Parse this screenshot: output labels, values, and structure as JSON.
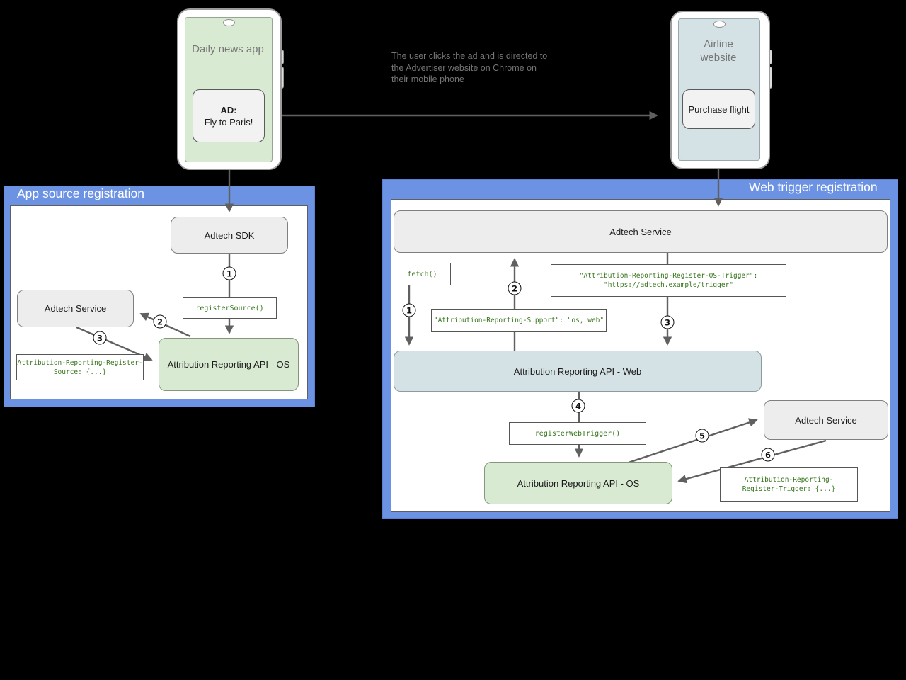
{
  "diagram": {
    "background": "#000000",
    "panel_blue": "#6c93e3",
    "os_green": "#d9ead3",
    "web_blue": "#d4e1e5",
    "service_gray": "#ededed",
    "code_green": "#38761d",
    "arrow_gray": "#606060"
  },
  "news_phone": {
    "app_title": "Daily news app",
    "ad_heading": "AD:",
    "ad_text": "Fly to Paris!"
  },
  "airline_phone": {
    "site_title": "Airline website",
    "button_label": "Purchase flight"
  },
  "caption": {
    "line1": "The user clicks the ad and is directed to",
    "line2": "the Advertiser website on Chrome on",
    "line3": "their mobile phone"
  },
  "app_source_panel": {
    "title": "App source registration",
    "adtech_sdk_label": "Adtech SDK",
    "adtech_service_label": "Adtech Service",
    "register_source_code": "registerSource()",
    "api_os_label": "Attribution Reporting API - OS",
    "header_code_line1": "Attribution-Reporting-Register-",
    "header_code_line2": "Source: {...}",
    "step1": "1",
    "step2": "2",
    "step3": "3"
  },
  "web_trigger_panel": {
    "title": "Web trigger registration",
    "adtech_service_top_label": "Adtech Service",
    "fetch_code": "fetch()",
    "os_trigger_code_line1": "\"Attribution-Reporting-Register-OS-Trigger\":",
    "os_trigger_code_line2": "\"https://adtech.example/trigger\"",
    "support_code": "\"Attribution-Reporting-Support\": \"os, web\"",
    "api_web_label": "Attribution Reporting API - Web",
    "register_web_trigger_code": "registerWebTrigger()",
    "adtech_service_right_label": "Adtech Service",
    "api_os_label": "Attribution Reporting API - OS",
    "register_trigger_code_line1": "Attribution-Reporting-",
    "register_trigger_code_line2": "Register-Trigger: {...}",
    "step1": "1",
    "step2": "2",
    "step3": "3",
    "step4": "4",
    "step5": "5",
    "step6": "6"
  }
}
